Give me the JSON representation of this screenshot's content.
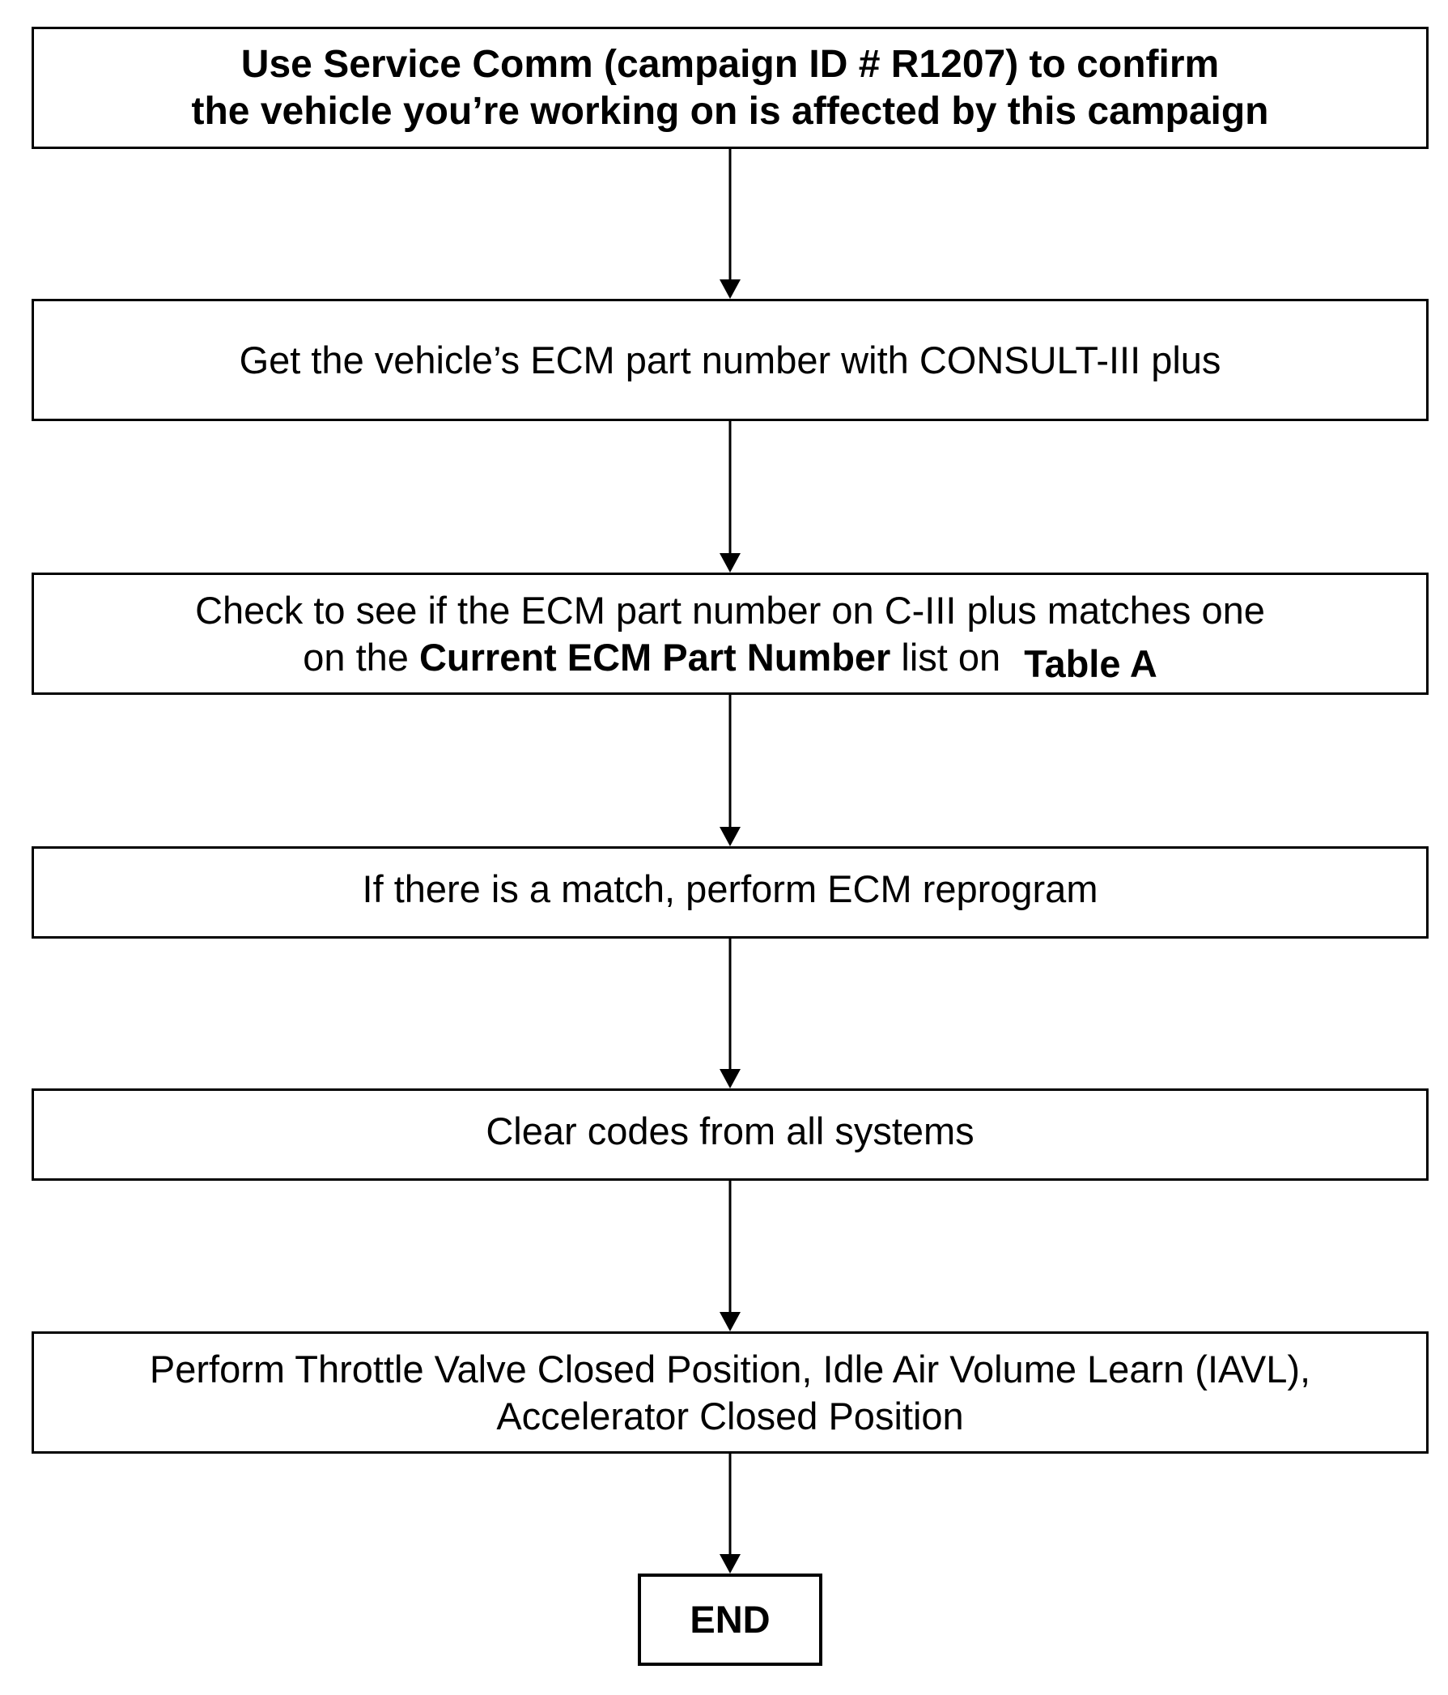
{
  "flowchart": {
    "step1": {
      "line1": "Use Service Comm (campaign ID # R1207) to confirm",
      "line2": "the vehicle you’re working on is affected by this campaign"
    },
    "step2": {
      "line1": "Get the vehicle’s ECM part number with CONSULT-III plus"
    },
    "step3": {
      "line1": "Check to see if the ECM part number on C-III plus matches one",
      "line2_pre": "on the ",
      "line2_bold": "Current ECM Part Number",
      "line2_post": " list on ",
      "line2_ref": "Table A"
    },
    "step4": {
      "line1": "If there is a match, perform ECM reprogram"
    },
    "step5": {
      "line1": "Clear codes from all systems"
    },
    "step6": {
      "line1": "Perform Throttle Valve Closed Position, Idle Air Volume Learn (IAVL),",
      "line2": "Accelerator Closed Position"
    },
    "end": {
      "label": "END"
    }
  }
}
